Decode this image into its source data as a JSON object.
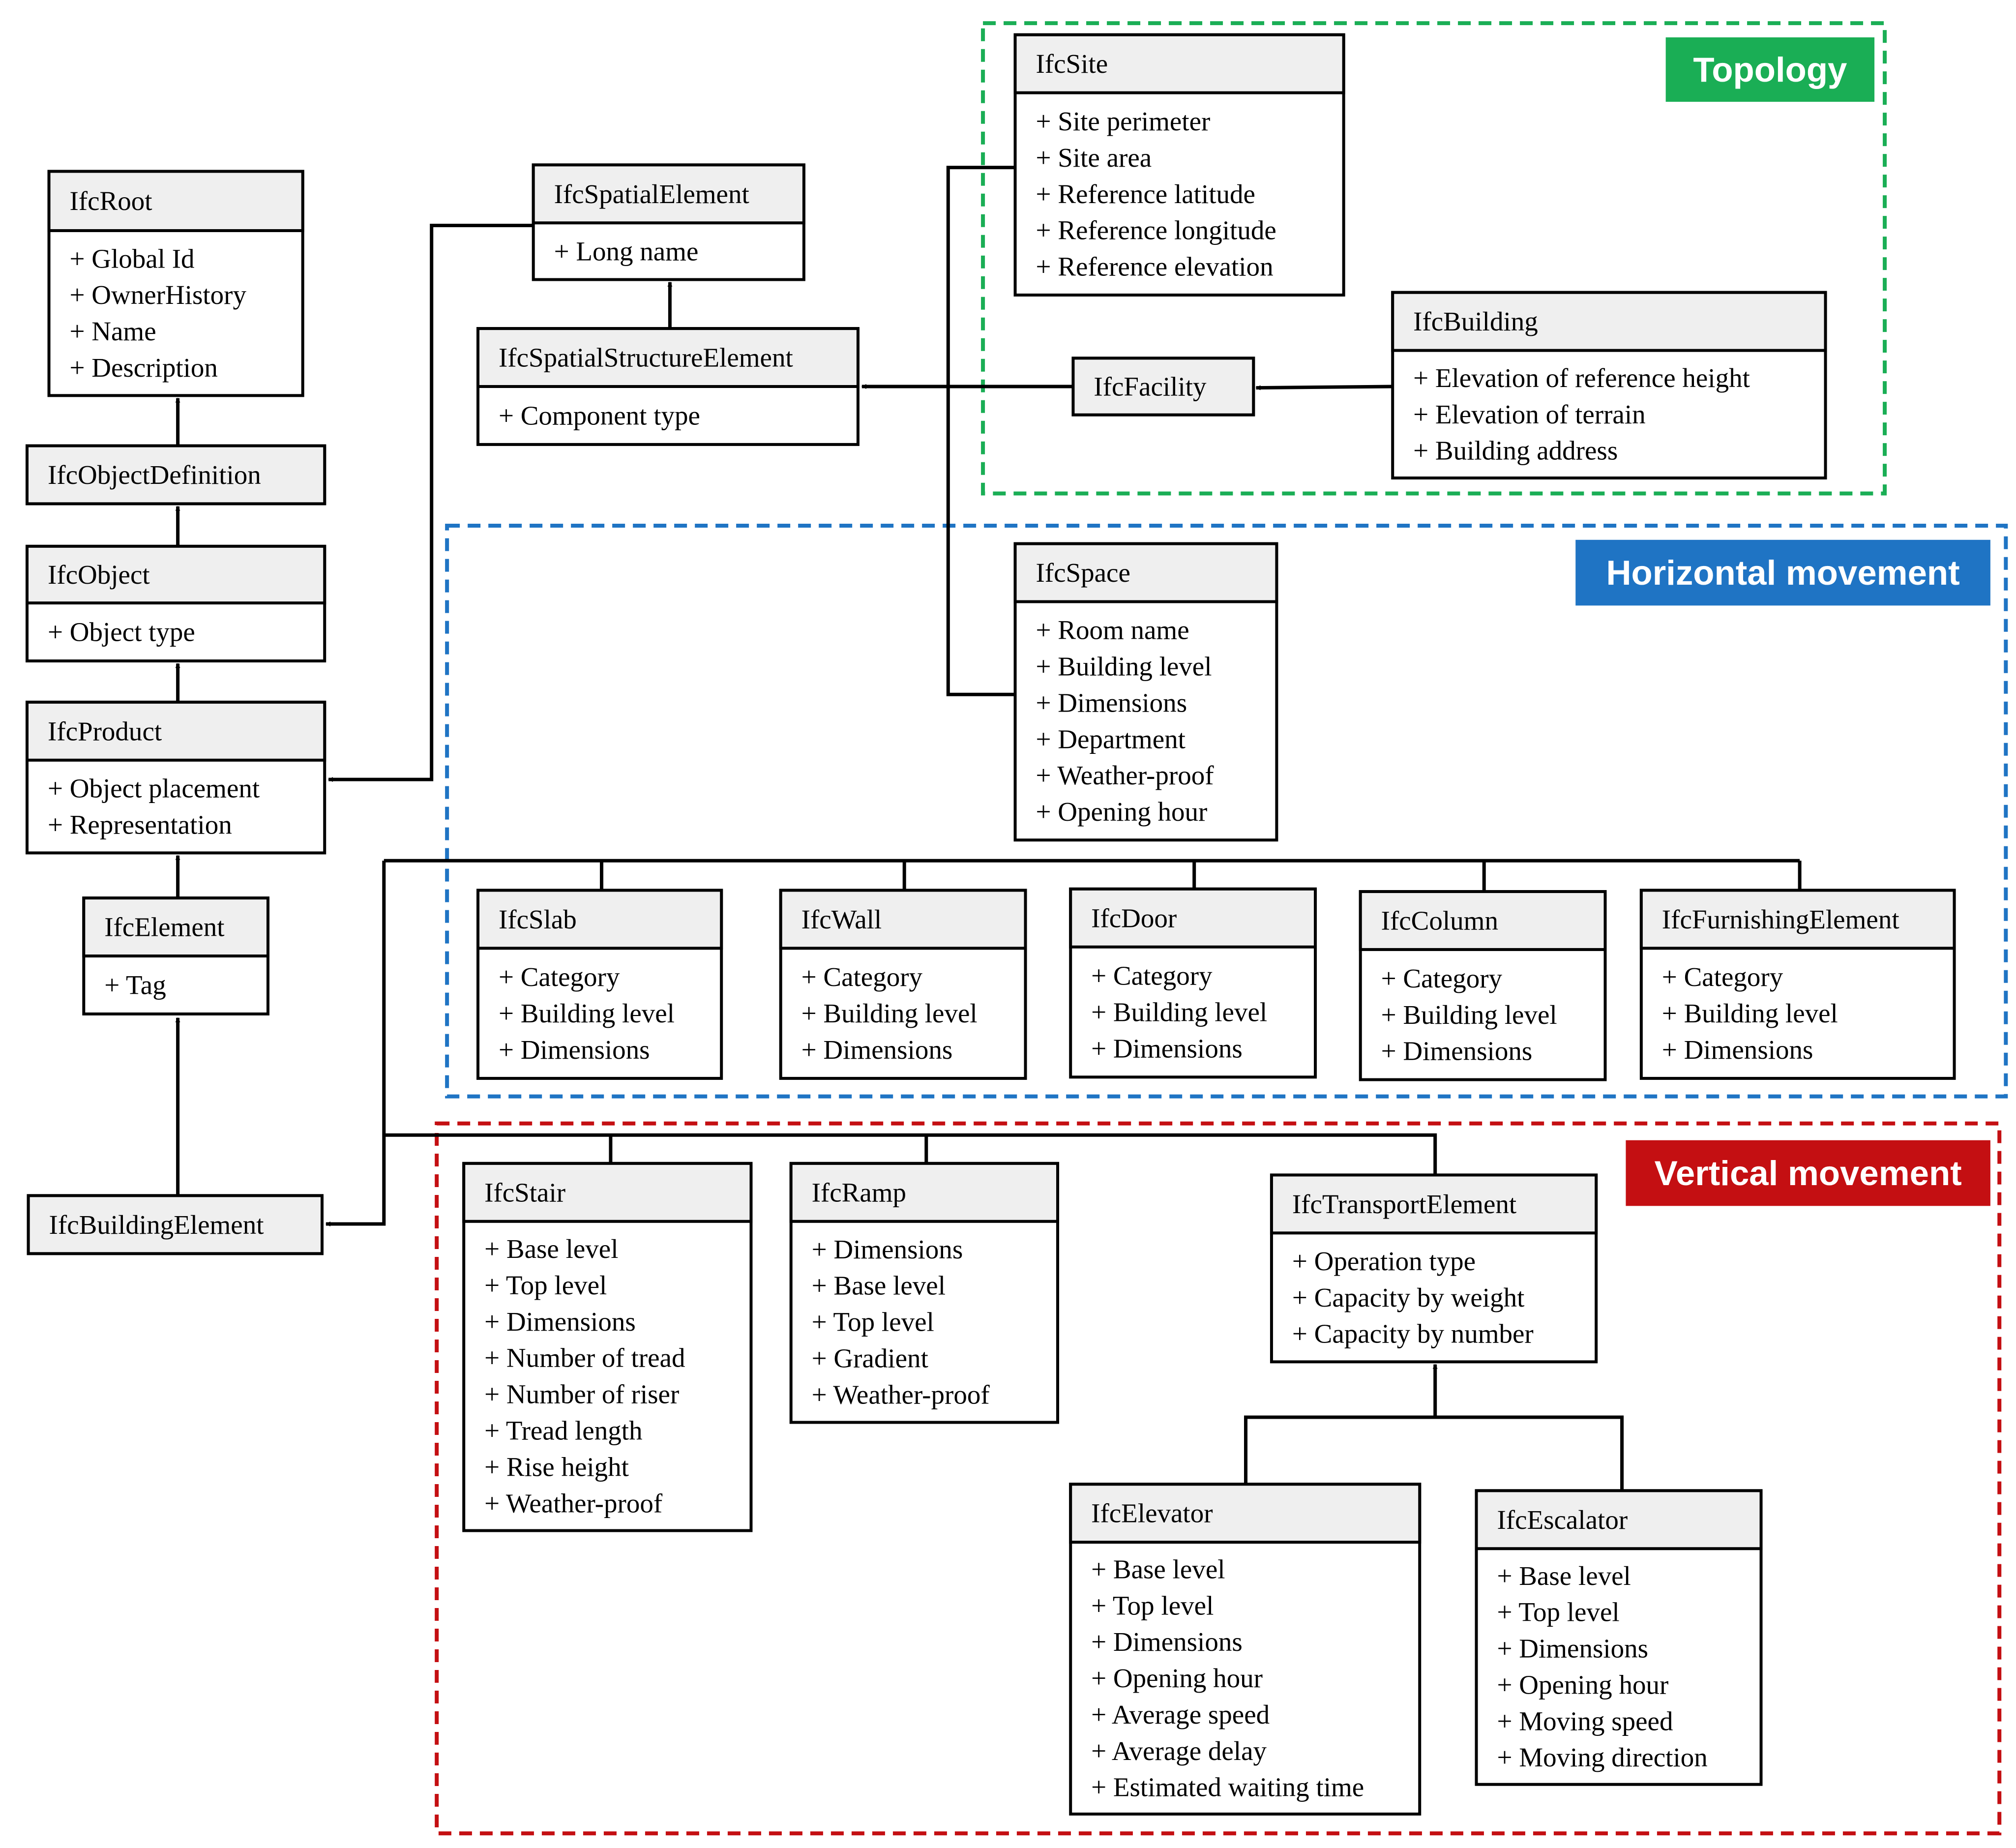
{
  "groups": {
    "topology": {
      "label": "Topology",
      "color": "#1aae55"
    },
    "horizontal": {
      "label": "Horizontal movement",
      "color": "#1f74c4"
    },
    "vertical": {
      "label": "Vertical movement",
      "color": "#c40f12"
    }
  },
  "classes": {
    "ifc_root": {
      "name": "IfcRoot",
      "attributes": [
        "+ Global Id",
        "+ OwnerHistory",
        "+ Name",
        "+ Description"
      ]
    },
    "ifc_object_definition": {
      "name": "IfcObjectDefinition",
      "attributes": []
    },
    "ifc_object": {
      "name": "IfcObject",
      "attributes": [
        "+ Object type"
      ]
    },
    "ifc_product": {
      "name": "IfcProduct",
      "attributes": [
        "+ Object placement",
        "+ Representation"
      ]
    },
    "ifc_element": {
      "name": "IfcElement",
      "attributes": [
        "+ Tag"
      ]
    },
    "ifc_building_element": {
      "name": "IfcBuildingElement",
      "attributes": []
    },
    "ifc_spatial_element": {
      "name": "IfcSpatialElement",
      "attributes": [
        "+ Long name"
      ]
    },
    "ifc_spatial_structure_element": {
      "name": "IfcSpatialStructureElement",
      "attributes": [
        "+ Component type"
      ]
    },
    "ifc_site": {
      "name": "IfcSite",
      "attributes": [
        "+ Site perimeter",
        "+ Site area",
        "+ Reference latitude",
        "+ Reference longitude",
        "+ Reference elevation"
      ]
    },
    "ifc_facility": {
      "name": "IfcFacility",
      "attributes": []
    },
    "ifc_building": {
      "name": "IfcBuilding",
      "attributes": [
        "+ Elevation of reference height",
        "+ Elevation of terrain",
        "+ Building address"
      ]
    },
    "ifc_space": {
      "name": "IfcSpace",
      "attributes": [
        "+ Room name",
        "+ Building level",
        "+ Dimensions",
        "+ Department",
        "+ Weather-proof",
        "+ Opening hour"
      ]
    },
    "ifc_slab": {
      "name": "IfcSlab",
      "attributes": [
        "+ Category",
        "+ Building level",
        "+ Dimensions"
      ]
    },
    "ifc_wall": {
      "name": "IfcWall",
      "attributes": [
        "+ Category",
        "+ Building level",
        "+ Dimensions"
      ]
    },
    "ifc_door": {
      "name": "IfcDoor",
      "attributes": [
        "+ Category",
        "+ Building level",
        "+ Dimensions"
      ]
    },
    "ifc_column": {
      "name": "IfcColumn",
      "attributes": [
        "+ Category",
        "+ Building level",
        "+ Dimensions"
      ]
    },
    "ifc_furnishing_element": {
      "name": "IfcFurnishingElement",
      "attributes": [
        "+ Category",
        "+ Building level",
        "+ Dimensions"
      ]
    },
    "ifc_stair": {
      "name": "IfcStair",
      "attributes": [
        "+ Base level",
        "+ Top level",
        "+ Dimensions",
        "+ Number of tread",
        "+ Number of riser",
        "+ Tread length",
        "+ Rise height",
        "+ Weather-proof"
      ]
    },
    "ifc_ramp": {
      "name": "IfcRamp",
      "attributes": [
        "+ Dimensions",
        "+ Base level",
        "+ Top level",
        "+ Gradient",
        "+ Weather-proof"
      ]
    },
    "ifc_transport_element": {
      "name": "IfcTransportElement",
      "attributes": [
        "+ Operation type",
        "+ Capacity by weight",
        "+ Capacity by number"
      ]
    },
    "ifc_elevator": {
      "name": "IfcElevator",
      "attributes": [
        "+ Base level",
        "+ Top level",
        "+ Dimensions",
        "+ Opening hour",
        "+ Average speed",
        "+ Average delay",
        "+ Estimated waiting time"
      ]
    },
    "ifc_escalator": {
      "name": "IfcEscalator",
      "attributes": [
        "+ Base level",
        "+ Top level",
        "+ Dimensions",
        "+ Opening hour",
        "+ Moving speed",
        "+ Moving direction"
      ]
    }
  }
}
